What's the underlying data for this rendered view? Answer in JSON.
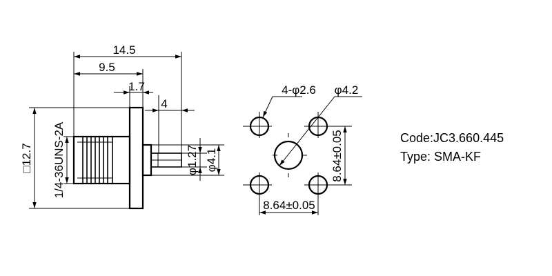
{
  "side_view": {
    "dim_overall_length": "14.5",
    "dim_flange_to_front": "9.5",
    "dim_flange_thickness": "1.7",
    "dim_pin_length": "4",
    "dim_flange_square": "□12.7",
    "dim_thread": "1/4-36UNS-2A",
    "dim_pin_dia": "φ1.27",
    "dim_insulator_dia": "φ4.1"
  },
  "front_view": {
    "dim_holes": "4-φ2.6",
    "dim_center_hole": "φ4.2",
    "dim_hole_spacing_h": "8.64±0.05",
    "dim_hole_spacing_v": "8.64±0.05"
  },
  "info": {
    "code": "Code:JC3.660.445",
    "type": "Type: SMA-KF"
  }
}
